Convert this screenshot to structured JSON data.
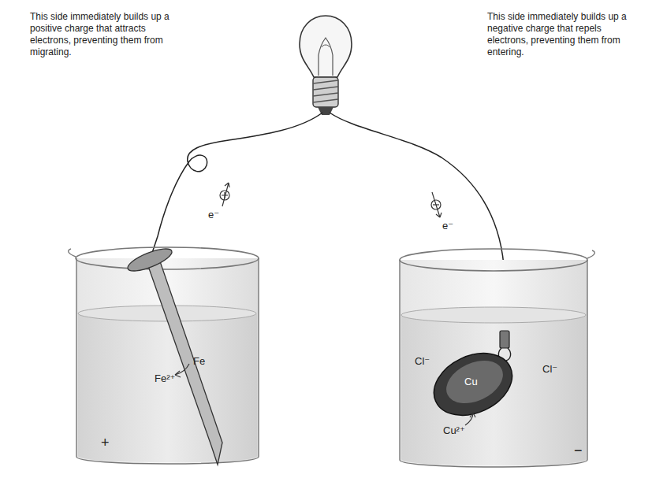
{
  "diagram": {
    "labels": [
      "This side immediately builds up a positive charge that attracts electrons, preventing them from migrating.",
      "This side immediately builds up a negative charge that repels electrons, preventing them from entering.",
      "e⁻",
      "e⁻",
      "Fe",
      "Fe²⁺",
      "+",
      "Cl⁻",
      "Cu",
      "Cl⁻",
      "Cu²⁺",
      "−"
    ]
  }
}
